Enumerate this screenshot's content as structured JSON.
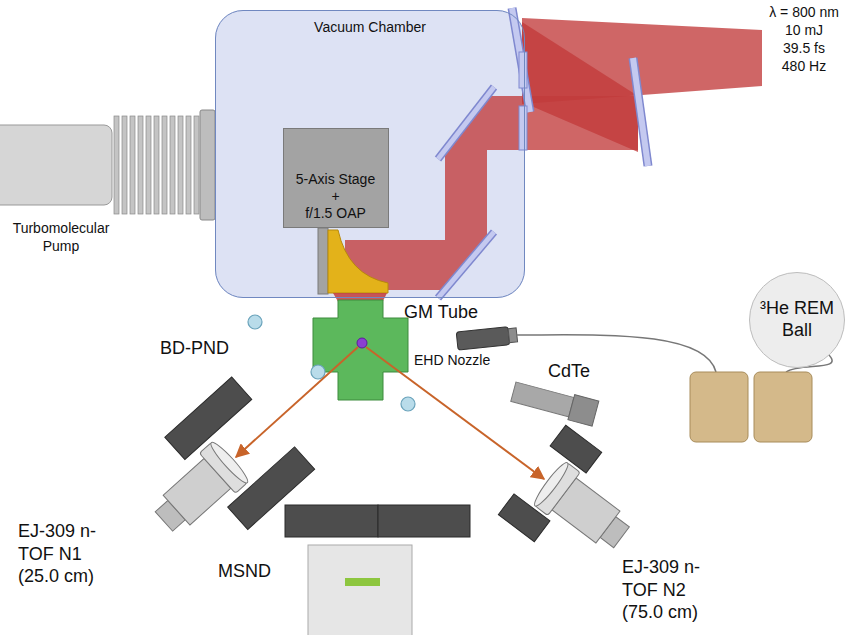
{
  "diagram": {
    "nodes": [
      {
        "text": [
          "Vacuum Chamber"
        ]
      },
      {
        "text": [
          "5-Axis Stage",
          "+",
          "f/1.5 OAP"
        ],
        "in": 0
      },
      {
        "text": [
          "³He REM Ball"
        ]
      }
    ],
    "labels": [
      "λ = 800 nm",
      "10 mJ",
      "39.5 fs",
      "480 Hz",
      "Turbomolecular Pump",
      "BD-PND",
      "GM Tube",
      "EHD Nozzle",
      "CdTe",
      "EJ-309 n-TOF N1 (25.0 cm)",
      "MSND",
      "EJ-309 n-TOF N2 (75.0 cm)"
    ]
  }
}
